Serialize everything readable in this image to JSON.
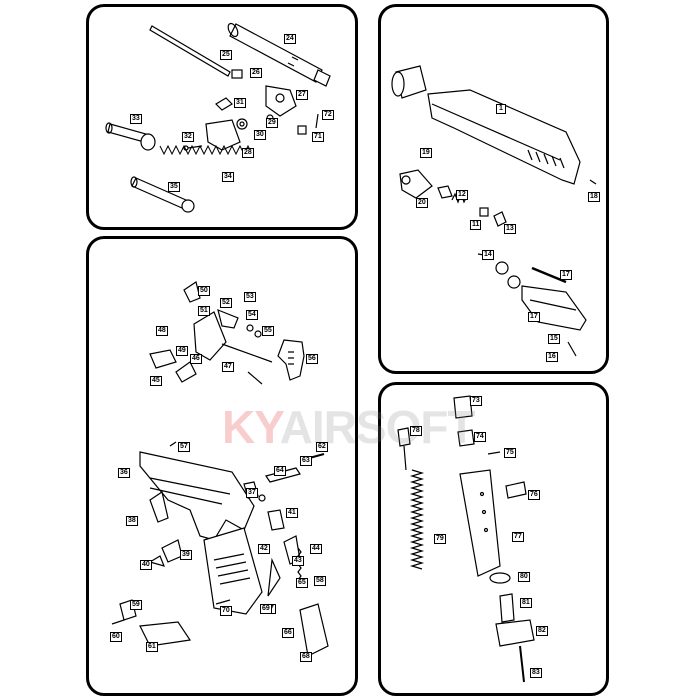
{
  "panels": {
    "top_left": {
      "labels": [
        "24",
        "25",
        "26",
        "27",
        "31",
        "30",
        "29",
        "28",
        "33",
        "32",
        "34",
        "35",
        "72",
        "71"
      ]
    },
    "top_right": {
      "labels": [
        "1",
        "18",
        "19",
        "20",
        "12",
        "11",
        "13",
        "14",
        "15",
        "16",
        "17",
        "17"
      ]
    },
    "bottom_left": {
      "labels": [
        "50",
        "52",
        "53",
        "51",
        "54",
        "48",
        "55",
        "49",
        "46",
        "47",
        "56",
        "45",
        "57",
        "62",
        "36",
        "63",
        "64",
        "38",
        "37",
        "39",
        "40",
        "41",
        "42",
        "43",
        "44",
        "58",
        "59",
        "60",
        "61",
        "65",
        "66",
        "67",
        "68",
        "69",
        "70"
      ]
    },
    "bottom_right": {
      "labels": [
        "73",
        "74",
        "75",
        "76",
        "77",
        "78",
        "79",
        "80",
        "81",
        "82",
        "83"
      ]
    }
  },
  "watermark": {
    "part1": "KY",
    "part2": "AIRSOFT"
  }
}
